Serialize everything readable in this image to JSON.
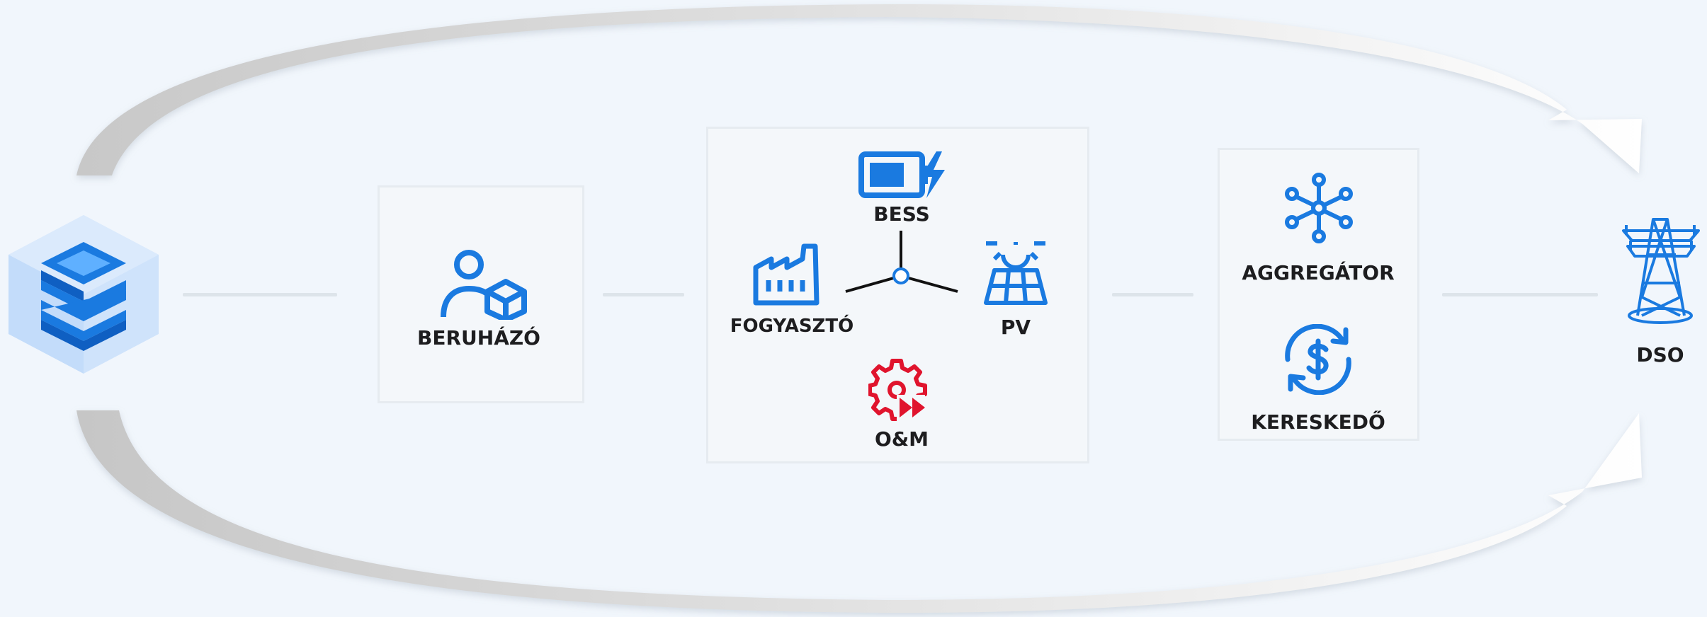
{
  "nodes": {
    "investor": "BERUHÁZÓ",
    "bess": "BESS",
    "consumer": "FOGYASZTÓ",
    "pv": "PV",
    "om": "O&M",
    "aggregator": "AGGREGÁTOR",
    "trader": "KERESKEDŐ",
    "dso": "DSO"
  },
  "icons": {
    "platform": "platform-cube-logo-icon",
    "investor": "person-with-box-icon",
    "bess": "battery-charging-icon",
    "consumer": "factory-icon",
    "pv": "solar-panel-icon",
    "om": "gear-fast-forward-icon",
    "aggregator": "network-hub-icon",
    "trader": "dollar-exchange-icon",
    "dso": "transmission-tower-icon"
  },
  "colors": {
    "primary_blue": "#1a7ae0",
    "accent_red": "#e0142d",
    "background": "#f1f6fc",
    "panel": "#f4f7fa"
  }
}
